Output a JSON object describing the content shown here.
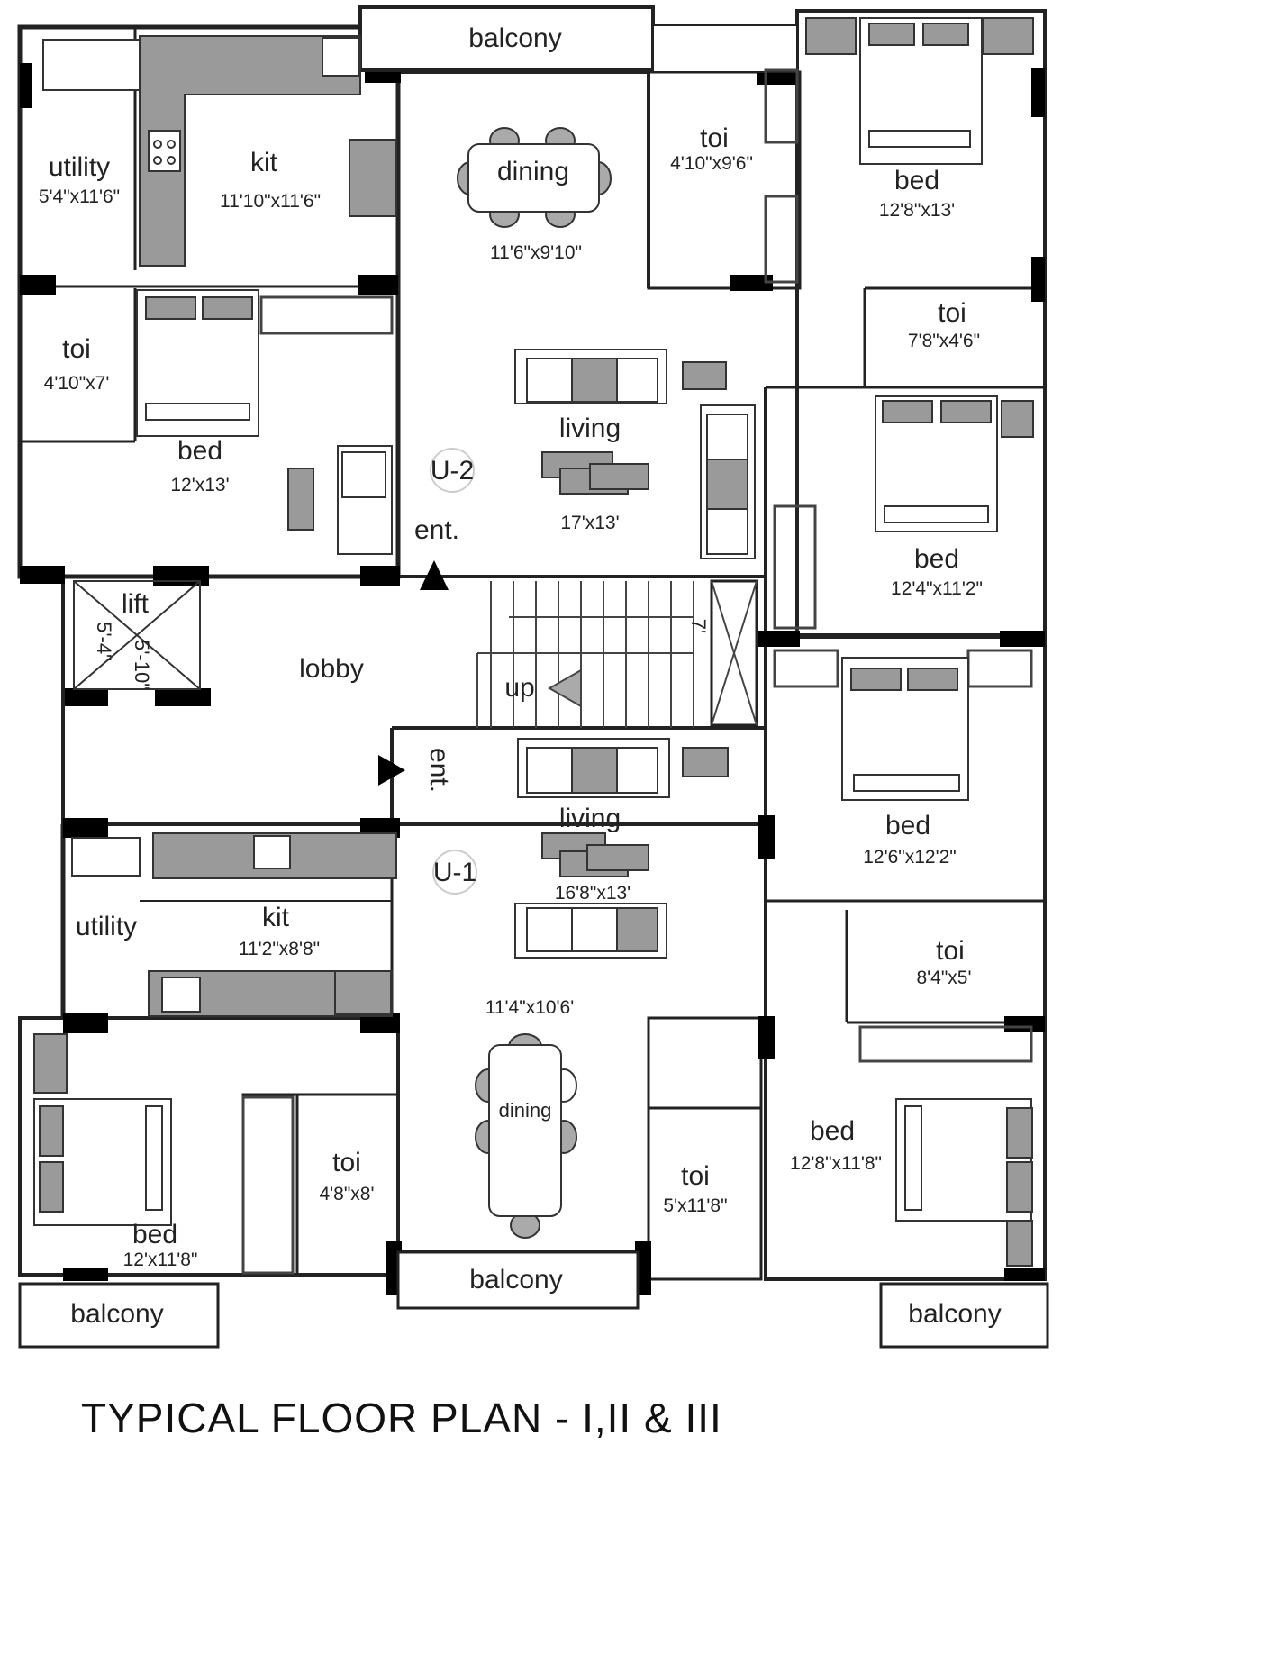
{
  "title": "TYPICAL FLOOR PLAN - I,II & III",
  "units": [
    {
      "id": "U-2",
      "label": "U-2"
    },
    {
      "id": "U-1",
      "label": "U-1"
    }
  ],
  "rooms": {
    "u2_utility": {
      "name": "utility",
      "dim": "5'4\"x11'6\""
    },
    "u2_kit": {
      "name": "kit",
      "dim": "11'10\"x11'6\""
    },
    "u2_dining": {
      "name": "dining",
      "dim": "11'6\"x9'10\""
    },
    "u2_toi_top": {
      "name": "toi",
      "dim": "4'10\"x9'6\""
    },
    "u2_bed_topright": {
      "name": "bed",
      "dim": "12'8\"x13'"
    },
    "u2_toi_left": {
      "name": "toi",
      "dim": "4'10\"x7'"
    },
    "u2_bed_left": {
      "name": "bed",
      "dim": "12'x13'"
    },
    "u2_living": {
      "name": "living",
      "dim": "17'x13'"
    },
    "u2_toi_right": {
      "name": "toi",
      "dim": "7'8\"x4'6\""
    },
    "u2_bed_right": {
      "name": "bed",
      "dim": "12'4\"x11'2\""
    },
    "lift": {
      "name": "lift",
      "dim_a": "5'-4\"",
      "dim_b": "5'-10\""
    },
    "lobby": {
      "name": "lobby"
    },
    "stair": {
      "label": "up",
      "dim": "7'"
    },
    "u1_bed_right_top": {
      "name": "bed",
      "dim": "12'6\"x12'2\""
    },
    "u1_living": {
      "name": "living",
      "dim": "16'8\"x13'"
    },
    "u1_utility": {
      "name": "utility"
    },
    "u1_kit": {
      "name": "kit",
      "dim": "11'2\"x8'8\""
    },
    "u1_toi_right": {
      "name": "toi",
      "dim": "8'4\"x5'"
    },
    "u1_dining": {
      "name": "dining",
      "dim": "11'4\"x10'6'"
    },
    "u1_bed_left": {
      "name": "bed",
      "dim": "12'x11'8\""
    },
    "u1_toi_mid": {
      "name": "toi",
      "dim": "4'8\"x8'"
    },
    "u1_toi_right_bottom": {
      "name": "toi",
      "dim": "5'x11'8\""
    },
    "u1_bed_right_bottom": {
      "name": "bed",
      "dim": "12'8\"x11'8\""
    }
  },
  "balconies": {
    "top": "balcony",
    "bottom_mid": "balcony",
    "bottom_left": "balcony",
    "bottom_right": "balcony"
  },
  "entries": {
    "u2": "ent.",
    "u1": "ent."
  },
  "colors": {
    "wall": "#111111",
    "column": "#000000",
    "furniture_fill": "#999999",
    "line": "#444444",
    "background": "#ffffff"
  }
}
